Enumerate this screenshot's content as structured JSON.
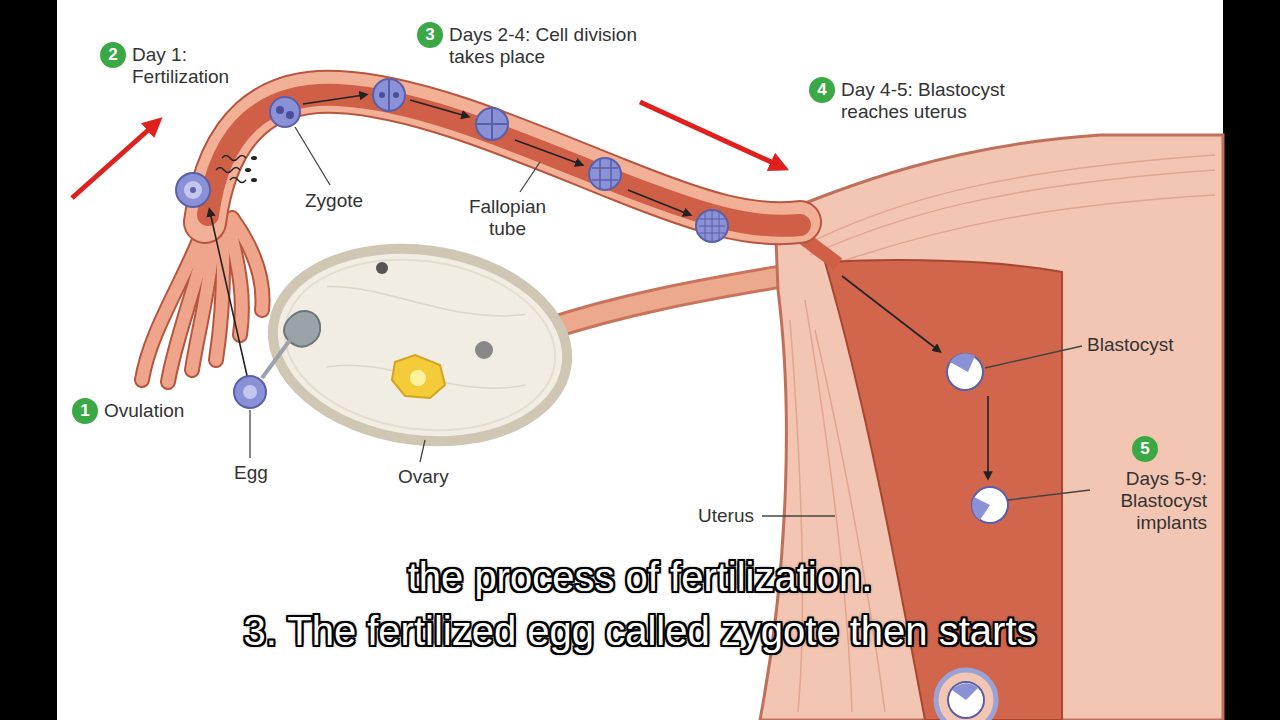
{
  "diagram": {
    "nodes": [
      {
        "text": [
          "2",
          "Day 1: Fertilization"
        ]
      },
      {
        "text": [
          "3",
          "Days 2-4: Cell division takes place"
        ]
      },
      {
        "text": [
          "4",
          "Day 4-5: Blastocyst reaches uterus"
        ]
      },
      {
        "text": [
          "1",
          "Ovulation"
        ]
      },
      {
        "text": [
          "5",
          "Days 5-9: Blastocyst implants"
        ]
      }
    ],
    "labels": [
      "Zygote",
      "Fallopian tube",
      "Blastocyst",
      "Egg",
      "Ovary",
      "Uterus",
      "the process of fertilization.",
      "3. The fertilized egg called zygote then starts"
    ]
  }
}
